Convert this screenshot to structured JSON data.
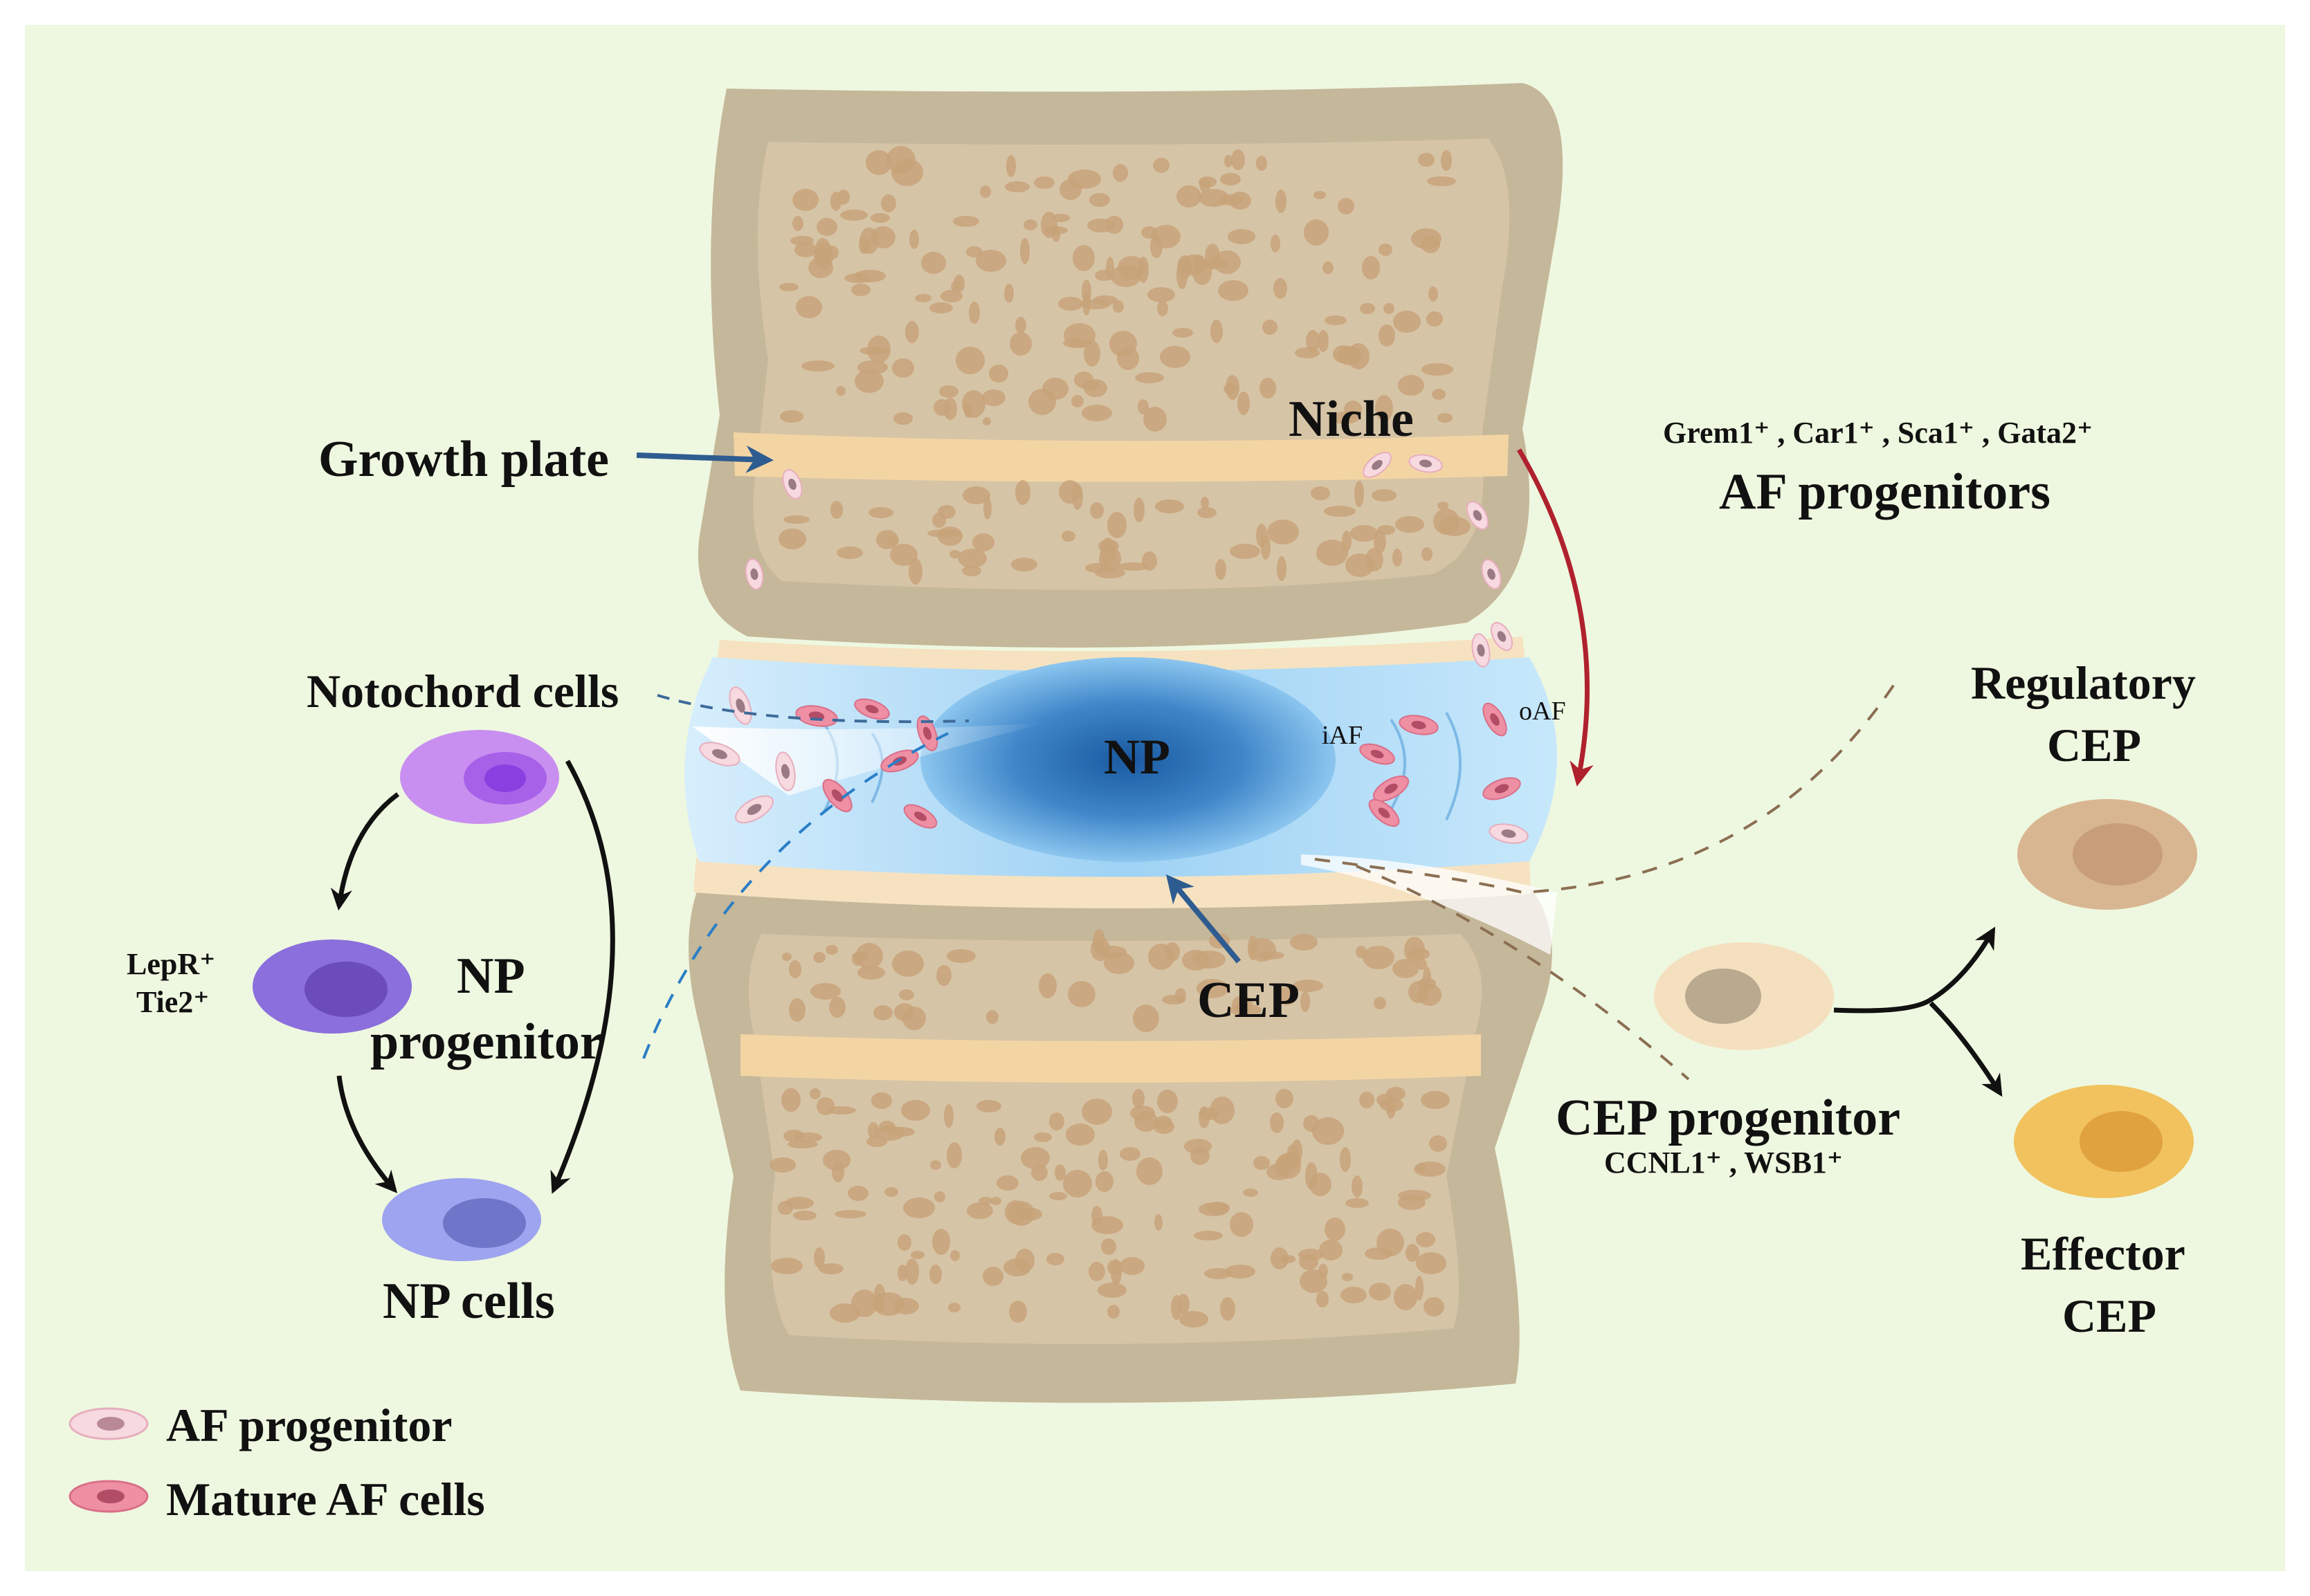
{
  "labels": {
    "growth_plate": "Growth plate",
    "niche": "Niche",
    "markers_af": "Grem1⁺ , Car1⁺ , Sca1⁺ , Gata2⁺",
    "af_progenitors": "AF progenitors",
    "notochord_cells": "Notochord cells",
    "np": "NP",
    "iaf": "iAF",
    "oaf": "oAF",
    "regulatory_line1": "Regulatory",
    "regulatory_line2": "CEP",
    "lepr": "LepR⁺",
    "tie2": "Tie2⁺",
    "np_progenitor_line1": "NP",
    "np_progenitor_line2": "progenitor",
    "cep": "CEP",
    "cep_progenitor": "CEP progenitor",
    "cep_markers": "CCNL1⁺ , WSB1⁺",
    "np_cells": "NP cells",
    "effector_line1": "Effector",
    "effector_line2": "CEP"
  },
  "legend": [
    {
      "label": "AF progenitor",
      "color": "#f7d9e0"
    },
    {
      "label": "Mature AF cells",
      "color": "#ee8fa4"
    }
  ],
  "colors": {
    "background": "#eef8e0",
    "bone_outer": "#c5b79a",
    "bone_inner": "#d6c4a6",
    "growth_plate": "#f3d5a4",
    "disc": "#a9d6f4",
    "np_core": "#1f64a8",
    "arrow_blue": "#2f5c90",
    "arrow_red": "#b0212e",
    "notochord_cell": "#c98ff0",
    "np_progenitor_cell": "#8b6fdc",
    "np_cell": "#9ea4ef",
    "cep_progenitor_cell": "#f4e0bf",
    "regulatory_cep_cell": "#d9b692",
    "effector_cep_cell": "#f1c25e"
  }
}
